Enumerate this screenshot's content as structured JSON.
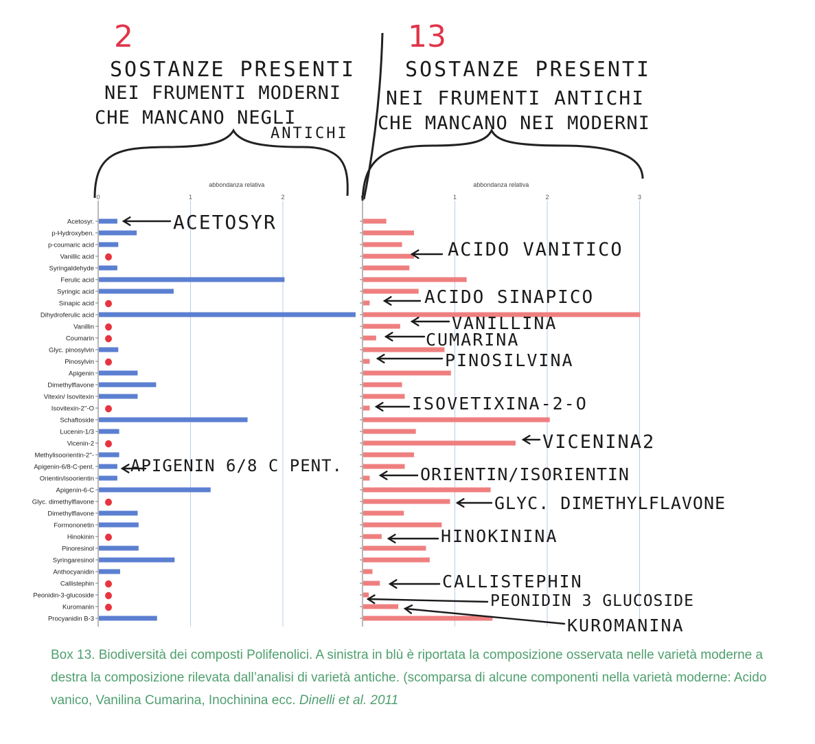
{
  "header": {
    "left_number": "2",
    "right_number": "13",
    "left_lines": [
      "SOSTANZE PRESENTI",
      "NEI FRUMENTI MODERNI",
      "CHE MANCANO NEGLI",
      "ANTICHI"
    ],
    "right_lines": [
      "SOSTANZE PRESENTI",
      "NEI FRUMENTI ANTICHI",
      "CHE MANCANO NEI MODERNI"
    ]
  },
  "annotations": {
    "left": [
      "ACETOSYR",
      "APIGENIN 6/8 C PENT."
    ],
    "right": [
      "ACIDO VANITICO",
      "ACIDO SINAPICO",
      "VANILLINA",
      "CUMARINA",
      "PINOSILVINA",
      "ISOVETIXINA-2-O",
      "VICENINA2",
      "ORIENTIN/ISORIENTIN",
      "GLYC. DIMETHYLFLAVONE",
      "HINOKININA",
      "CALLISTEPHIN",
      "PEONIDIN 3 GLUCOSIDE",
      "KUROMANINA"
    ]
  },
  "caption": {
    "text": "Box 13. Biodiversità dei composti Polifenolici. A sinistra in blù è riportata la composizione osservata nelle varietà moderne a destra la composizione rilevata dall’analisi di varietà antiche. (scomparsa di alcune componenti nella varietà moderne: Acido vanico, Vanilina Cumarina, Inochinina ecc.",
    "citation": "Dinelli et al. 2011"
  },
  "colors": {
    "modern": "#5b7fd1",
    "ancient": "#ef7f7f",
    "absent": "#e8343f",
    "grid": "#b9cde0"
  },
  "chart_data": [
    {
      "type": "bar",
      "orientation": "horizontal",
      "xlabel": "abbondanza relativa",
      "xlim": [
        0,
        2.8
      ],
      "xticks": [
        0,
        1,
        2
      ],
      "categories": [
        "Acetosyr.",
        "p-Hydroxyben.",
        "p-coumaric acid",
        "Vanillic acid",
        "Syringaldehyde",
        "Ferulic acid",
        "Syringic acid",
        "Sinapic acid",
        "Dihydroferulic acid",
        "Vanillin",
        "Coumarin",
        "Glyc. pinosylvin",
        "Pinosylvin",
        "Apigenin",
        "Dimethylflavone",
        "Vitexin/ Isovitexin",
        "Isovitexin-2''-O",
        "Schaftoside",
        "Lucenin-1/3",
        "Vicenin-2",
        "Methylisoorientin-2''-",
        "Apigenin-6/8-C-pent.",
        "Orientin/isoorientin",
        "Apigenin-6-C",
        "Glyc. dimethylflavone",
        "Dimethylflavone",
        "Formononetin",
        "Hinokinin",
        "Pinoresinol",
        "Syringaresinol",
        "Anthocyanidin",
        "Callistephin",
        "Peonidin-3-glucoside",
        "Kuromanin",
        "Procyanidin B-3"
      ],
      "values": [
        0.2,
        0.41,
        0.21,
        0,
        0.2,
        2.01,
        0.81,
        0,
        2.78,
        0,
        0,
        0.21,
        0,
        0.42,
        0.62,
        0.42,
        0,
        1.61,
        0.22,
        0,
        0.22,
        0.2,
        0.2,
        1.21,
        0,
        0.42,
        0.43,
        0,
        0.43,
        0.82,
        0.23,
        0,
        0,
        0,
        0.63
      ],
      "absent_marker": "red dot"
    },
    {
      "type": "bar",
      "orientation": "horizontal",
      "xlabel": "abbondanza relativa",
      "xlim": [
        0,
        3
      ],
      "xticks": [
        0,
        1,
        2,
        3
      ],
      "categories": [
        "Acetosyr.",
        "p-Hydroxyben.",
        "p-coumaric acid",
        "Vanillic acid",
        "Syringaldehyde",
        "Ferulic acid",
        "Syringic acid",
        "Sinapic acid",
        "Dihydroferulic acid",
        "Vanillin",
        "Coumarin",
        "Glyc. pinosylvin",
        "Pinosylvin",
        "Apigenin",
        "Dimethylflavone",
        "Vitexin/ Isovitexin",
        "Isovitexin-2''-O",
        "Schaftoside",
        "Lucenin-1/3",
        "Vicenin-2",
        "Methylisoorientin-2''-",
        "Apigenin-6/8-C-pent.",
        "Orientin/isoorientin",
        "Apigenin-6-C",
        "Glyc. dimethylflavone",
        "Dimethylflavone",
        "Formononetin",
        "Hinokinin",
        "Pinoresinol",
        "Syringaresinol",
        "Anthocyanidin",
        "Callistephin",
        "Peonidin-3-glucoside",
        "Kuromanin",
        "Procyanidin B-3"
      ],
      "values": [
        0.25,
        0.55,
        0.42,
        0.55,
        0.5,
        1.12,
        0.6,
        0.07,
        3.0,
        0.4,
        0.14,
        0.88,
        0.07,
        0.95,
        0.42,
        0.45,
        0.07,
        2.02,
        0.57,
        1.65,
        0.55,
        0.45,
        0.07,
        1.38,
        0.94,
        0.44,
        0.85,
        0.2,
        0.68,
        0.72,
        0.1,
        0.18,
        0.06,
        0.38,
        1.4
      ]
    }
  ]
}
